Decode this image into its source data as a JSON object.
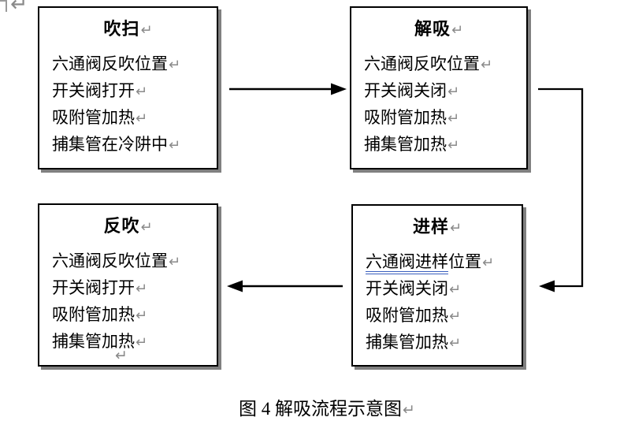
{
  "glyphs": {
    "return_mark": "↵"
  },
  "colors": {
    "box_border": "#000000",
    "box_shadow": "#808080",
    "text": "#000000",
    "paragraph_mark": "#8a8a8a",
    "underline_blue": "#3a5fbe",
    "arrow": "#000000"
  },
  "boxes": {
    "purge": {
      "title": "吹扫",
      "lines": [
        "六通阀反吹位置",
        "开关阀打开",
        "吸附管加热",
        "捕集管在冷阱中"
      ]
    },
    "desorb": {
      "title": "解吸",
      "lines": [
        "六通阀反吹位置",
        "开关阀关闭",
        "吸附管加热",
        "捕集管加热"
      ]
    },
    "backflush": {
      "title": "反吹",
      "lines": [
        "六通阀反吹位置",
        "开关阀打开",
        "吸附管加热",
        "捕集管加热"
      ]
    },
    "inject": {
      "title": "进样",
      "lines": [
        "六通阀进样位置",
        "开关阀关闭",
        "吸附管加热",
        "捕集管加热"
      ],
      "line1_underlined": "六通阀进样",
      "line1_rest": "位置"
    }
  },
  "caption": "图 4 解吸流程示意图"
}
